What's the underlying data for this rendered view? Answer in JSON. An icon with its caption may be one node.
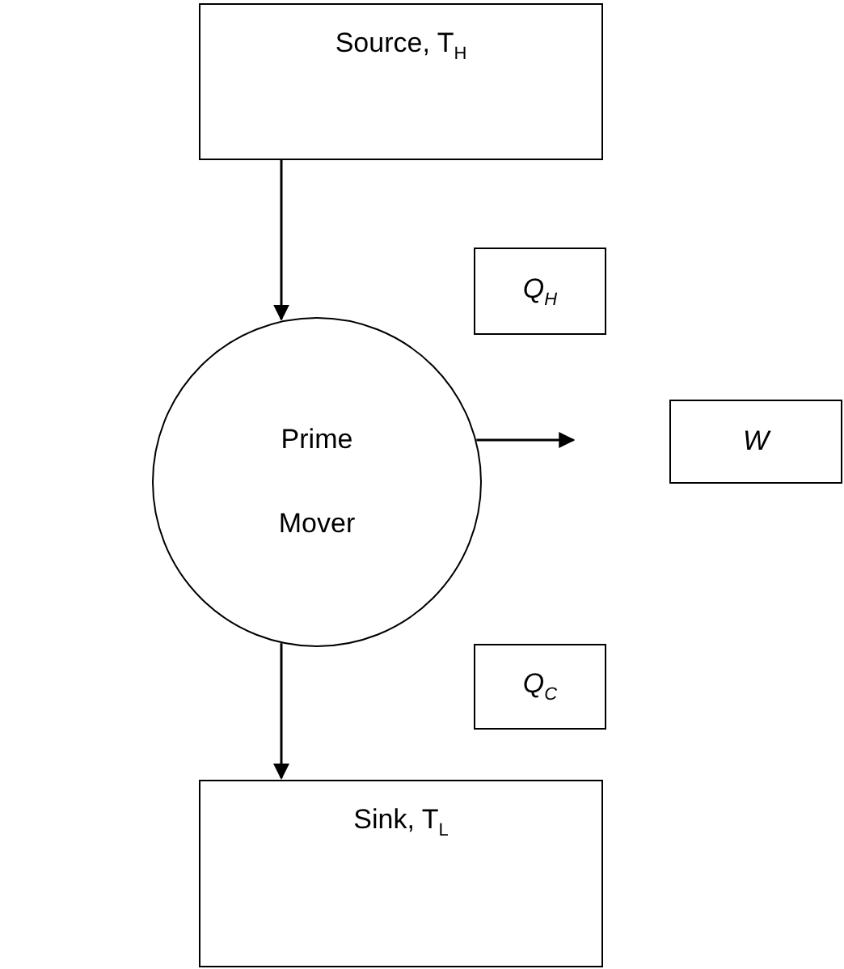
{
  "diagram": {
    "nodes": [
      {
        "text": [
          "Source, T$_{H}$"
        ]
      },
      {
        "text": [
          "Prime Mover"
        ]
      },
      {
        "text": [
          "Sink, T$_{L}$"
        ]
      },
      {
        "text": [
          "Q$_{H}$"
        ]
      },
      {
        "text": [
          "W"
        ]
      },
      {
        "text": [
          "Q$_{C}$"
        ]
      }
    ],
    "edges": [
      {
        "from": 0,
        "to": 1,
        "arrow": "to"
      },
      {
        "from": 1,
        "to": 2,
        "arrow": "to"
      },
      {
        "from": 1,
        "to": null,
        "arrow": "to"
      }
    ]
  }
}
